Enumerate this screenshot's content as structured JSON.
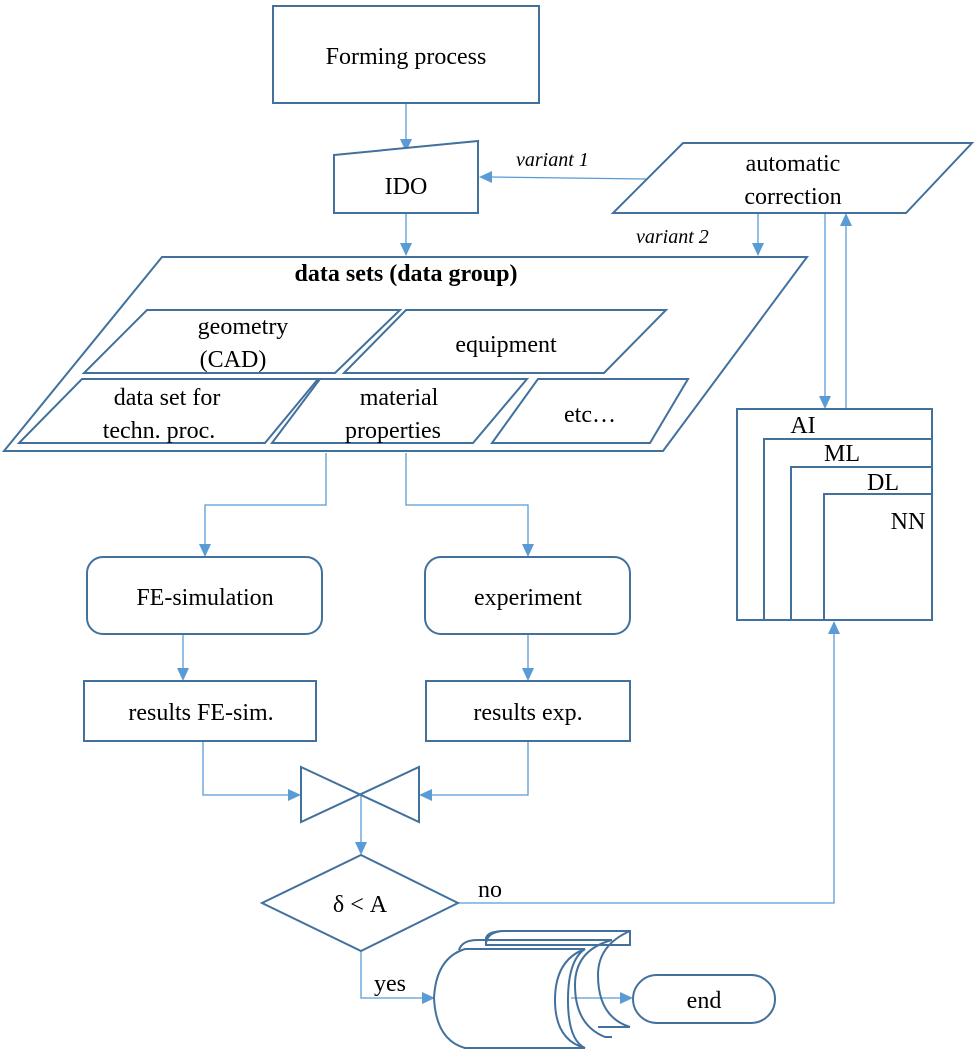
{
  "diagram": {
    "colors": {
      "shape_stroke": "#41719c",
      "connector": "#5b9bd5",
      "text": "#000000",
      "background": "#ffffff"
    },
    "nodes": {
      "forming_process": "Forming process",
      "ido": "IDO",
      "automatic_correction": [
        "automatic",
        "correction"
      ],
      "data_sets_title": "data sets (data group)",
      "geometry": [
        "geometry",
        "(CAD)"
      ],
      "equipment": "equipment",
      "data_set_techn": [
        "data set for",
        "techn. proc."
      ],
      "material_properties": [
        "material",
        "properties"
      ],
      "etc": "etc…",
      "ai_stack": [
        "AI",
        "ML",
        "DL",
        "NN"
      ],
      "fe_simulation": "FE-simulation",
      "experiment": "experiment",
      "results_fe": "results FE-sim.",
      "results_exp": "results exp.",
      "decision": "δ < A",
      "end": "end"
    },
    "edge_labels": {
      "variant1": "variant 1",
      "variant2": "variant 2",
      "no": "no",
      "yes": "yes"
    }
  }
}
